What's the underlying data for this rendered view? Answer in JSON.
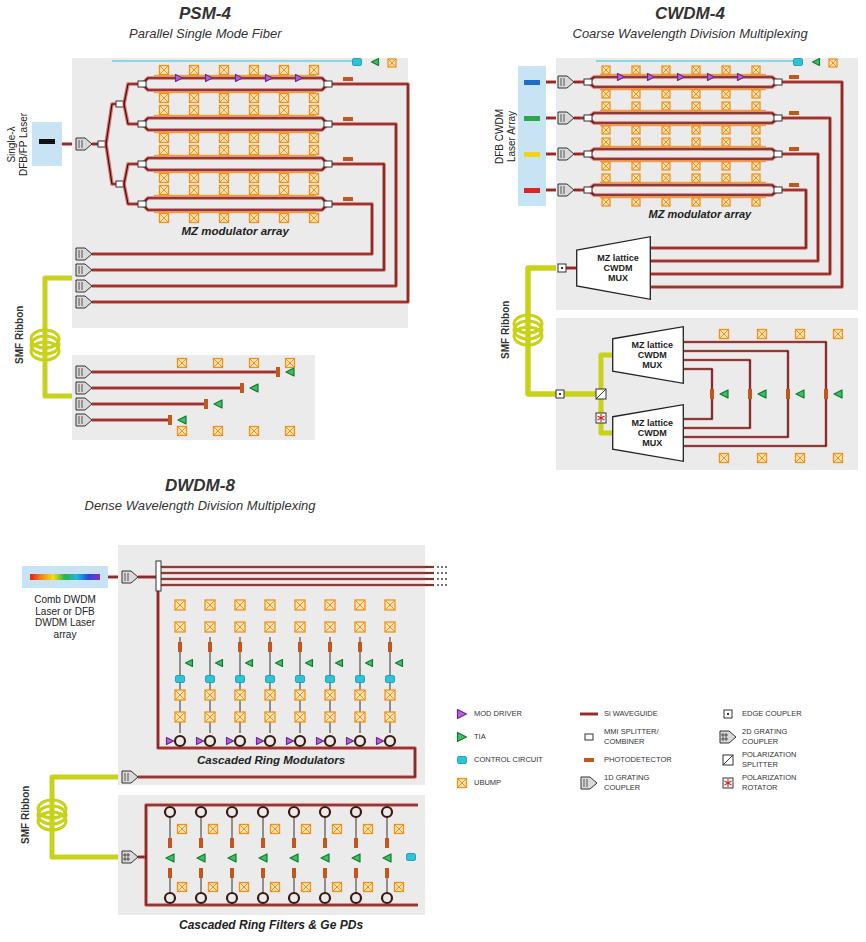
{
  "diagram": {
    "nodes": [
      {
        "text": [
          "Single-λ DFB/FP Laser"
        ]
      },
      {
        "text": [
          "MZ modulator array"
        ]
      },
      {
        "text": [
          "DFB CWDM Laser Array"
        ]
      },
      {
        "text": [
          "MZ modulator array"
        ]
      },
      {
        "text": [
          "MZ lattice CWDM MUX"
        ],
        "in": 3
      },
      {
        "text": [
          "MZ lattice CWDM MUX"
        ]
      },
      {
        "text": [
          "MZ lattice CWDM MUX"
        ]
      },
      {
        "text": [
          "Comb DWDM Laser or DFB DWDM Laser array"
        ]
      },
      {
        "text": [
          "Cascaded Ring Modulators"
        ]
      },
      {
        "text": [
          "Cascaded Ring Filters & Ge PDs"
        ]
      }
    ],
    "edges": [
      {
        "from": 0,
        "to": 1,
        "arrow": "none"
      },
      {
        "from": 2,
        "to": 3,
        "arrow": "none"
      },
      {
        "from": 4,
        "to": 5,
        "arrow": "none"
      },
      {
        "from": 4,
        "to": 6,
        "arrow": "none"
      },
      {
        "from": 7,
        "to": 8,
        "arrow": "none"
      },
      {
        "from": 8,
        "to": 9,
        "arrow": "none"
      }
    ],
    "labels": [
      "PSM-4",
      "Parallel Single Mode Fiber",
      "SMF Ribbon",
      "CWDM-4",
      "Coarse Wavelength Division Multiplexing",
      "SMF Ribbon",
      "DWDM-8",
      "Dense Wavelength Division Multiplexing",
      "SMF Ribbon"
    ],
    "legend": [
      {
        "text": "MOD DRIVER"
      },
      {
        "text": "TIA"
      },
      {
        "text": "CONTROL CIRCUIT"
      },
      {
        "text": "UBUMP"
      },
      {
        "text": "Si WAVEGUIDE"
      },
      {
        "text": "MMI SPLITTER/ COMBINER"
      },
      {
        "text": "PHOTODETECTOR"
      },
      {
        "text": "1D GRATING COUPLER"
      },
      {
        "text": "EDGE COUPLER"
      },
      {
        "text": "2D GRATING COUPLER"
      },
      {
        "text": "POLARIZATION SPLITTER"
      },
      {
        "text": "POLARIZATION ROTATOR"
      }
    ]
  }
}
